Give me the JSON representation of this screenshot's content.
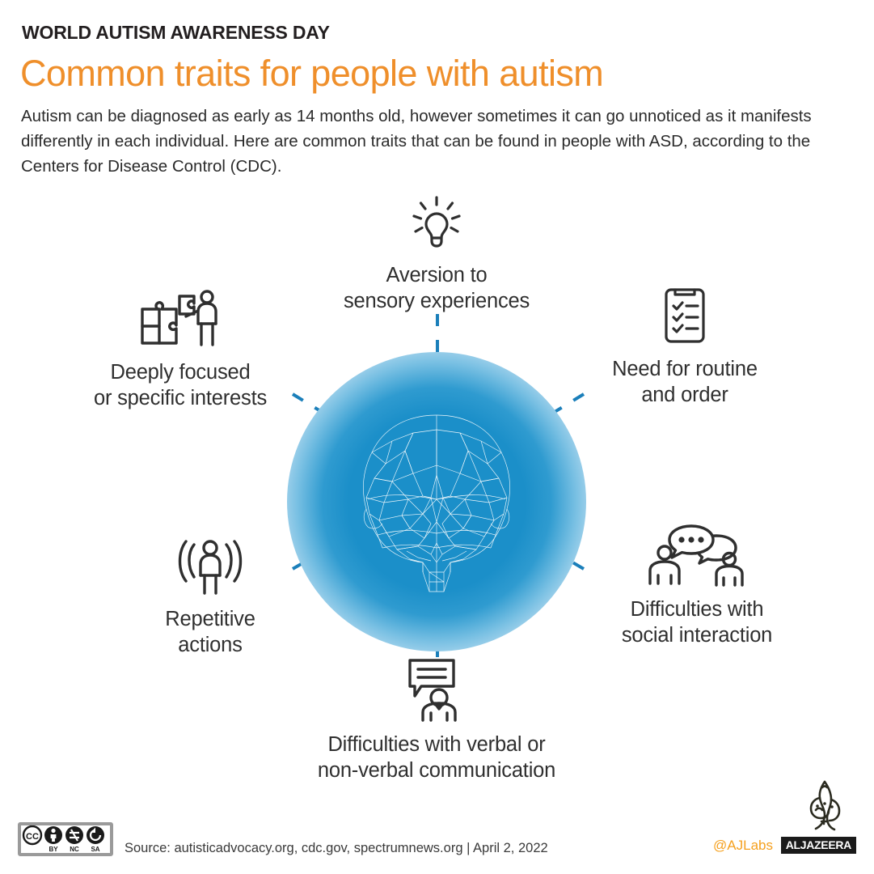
{
  "header": {
    "kicker": "WORLD AUTISM AWARENESS DAY",
    "headline": "Common traits for people with autism",
    "standfirst": "Autism can be diagnosed as early as 14 months old, however sometimes it can go unnoticed as it manifests differently in each individual. Here are common traits that can be found in people with ASD, according to the Centers for Disease Control (CDC)."
  },
  "center": {
    "graphic_name": "low-poly-wireframe-brain",
    "glow_color": "#1b8fc9",
    "wireframe_color": "#ffffff"
  },
  "connector": {
    "style": "dashed",
    "color": "#1b7fba"
  },
  "traits": [
    {
      "id": "sensory",
      "icon": "lightbulb-icon",
      "label": "Aversion to\nsensory experiences"
    },
    {
      "id": "focus",
      "icon": "puzzle-person-icon",
      "label": "Deeply focused\nor specific interests"
    },
    {
      "id": "routine",
      "icon": "clipboard-checklist-icon",
      "label": "Need for routine\nand order"
    },
    {
      "id": "repetitive",
      "icon": "person-waves-icon",
      "label": "Repetitive\nactions"
    },
    {
      "id": "social",
      "icon": "two-people-speech-bubbles-icon",
      "label": "Difficulties with\nsocial interaction"
    },
    {
      "id": "communication",
      "icon": "speech-bubble-person-icon",
      "label": "Difficulties with verbal or\nnon-verbal communication"
    }
  ],
  "footer": {
    "license_badge": "CC BY NC SA",
    "license_cc": "CC",
    "license_by": "BY",
    "license_nc": "NC",
    "license_sa": "SA",
    "source": "Source: autisticadvocacy.org, cdc.gov, spectrumnews.org  | April 2, 2022",
    "handle": "@AJLabs",
    "brand_wordmark": "ALJAZEERA",
    "brand_color": "#f5a01e"
  }
}
